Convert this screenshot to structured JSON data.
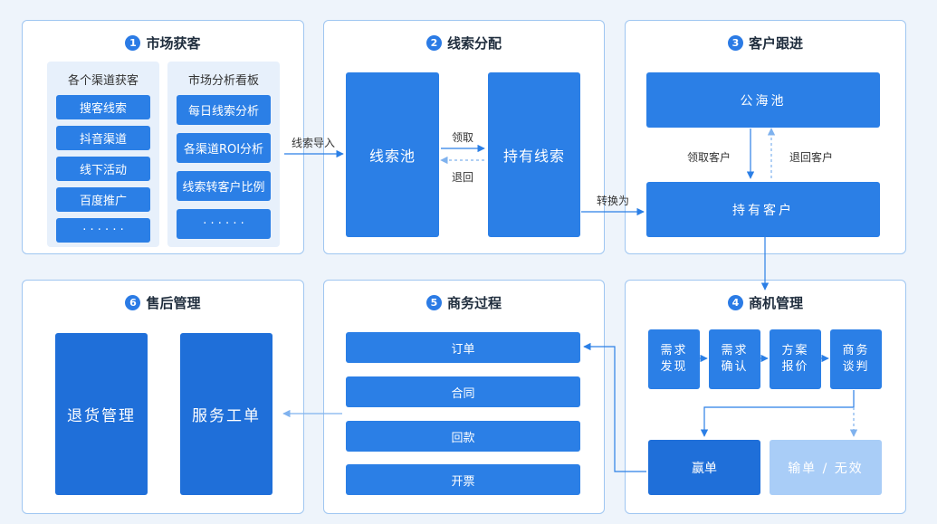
{
  "panels": {
    "p1": {
      "num": "1",
      "title": "市场获客"
    },
    "p2": {
      "num": "2",
      "title": "线索分配"
    },
    "p3": {
      "num": "3",
      "title": "客户跟进"
    },
    "p4": {
      "num": "4",
      "title": "商机管理"
    },
    "p5": {
      "num": "5",
      "title": "商务过程"
    },
    "p6": {
      "num": "6",
      "title": "售后管理"
    }
  },
  "acquisition": {
    "channels_title": "各个渠道获客",
    "channels": [
      "搜客线索",
      "抖音渠道",
      "线下活动",
      "百度推广",
      "· · · · · ·"
    ],
    "dashboard_title": "市场分析看板",
    "dashboard": [
      "每日线索分析",
      "各渠道ROI分析",
      "线索转客户比例",
      "· · · · · ·"
    ]
  },
  "distribution": {
    "pool": "线索池",
    "held": "持有线索",
    "claim": "领取",
    "return": "退回"
  },
  "followup": {
    "public_pool": "公海池",
    "held_customer": "持有客户",
    "claim_customer": "领取客户",
    "return_customer": "退回客户"
  },
  "opportunity": {
    "steps": [
      {
        "line1": "需求",
        "line2": "发现"
      },
      {
        "line1": "需求",
        "line2": "确认"
      },
      {
        "line1": "方案",
        "line2": "报价"
      },
      {
        "line1": "商务",
        "line2": "谈判"
      }
    ],
    "win": "赢单",
    "lose": "输单 / 无效"
  },
  "business": {
    "items": [
      "订单",
      "合同",
      "回款",
      "开票"
    ]
  },
  "aftersales": {
    "returns": "退货管理",
    "service": "服务工单"
  },
  "connectors": {
    "lead_import": "线索导入",
    "convert": "转换为"
  },
  "colors": {
    "primary": "#2b7fe6",
    "light": "#a9cdf7",
    "panel_border": "#9fc6f1",
    "background": "#eef4fb"
  }
}
